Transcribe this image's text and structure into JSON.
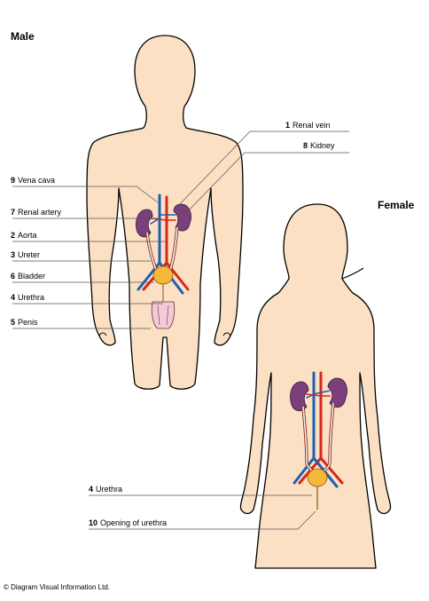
{
  "titles": {
    "male": "Male",
    "female": "Female"
  },
  "male_labels": [
    {
      "num": "1",
      "text": "Renal vein"
    },
    {
      "num": "8",
      "text": "Kidney"
    },
    {
      "num": "9",
      "text": "Vena cava"
    },
    {
      "num": "7",
      "text": "Renal artery"
    },
    {
      "num": "2",
      "text": "Aorta"
    },
    {
      "num": "3",
      "text": "Ureter"
    },
    {
      "num": "6",
      "text": "Bladder"
    },
    {
      "num": "4",
      "text": "Urethra"
    },
    {
      "num": "5",
      "text": "Penis"
    }
  ],
  "female_labels": [
    {
      "num": "4",
      "text": "Urethra"
    },
    {
      "num": "10",
      "text": "Opening of urethra"
    }
  ],
  "copyright": "© Diagram Visual Information Ltd.",
  "colors": {
    "skin": "#fbe0c4",
    "outline": "#000000",
    "kidney": "#7b3f7b",
    "artery": "#d9261c",
    "vein": "#1f5fb0",
    "bladder": "#f7b83a",
    "penis": "#f6c9d8"
  }
}
